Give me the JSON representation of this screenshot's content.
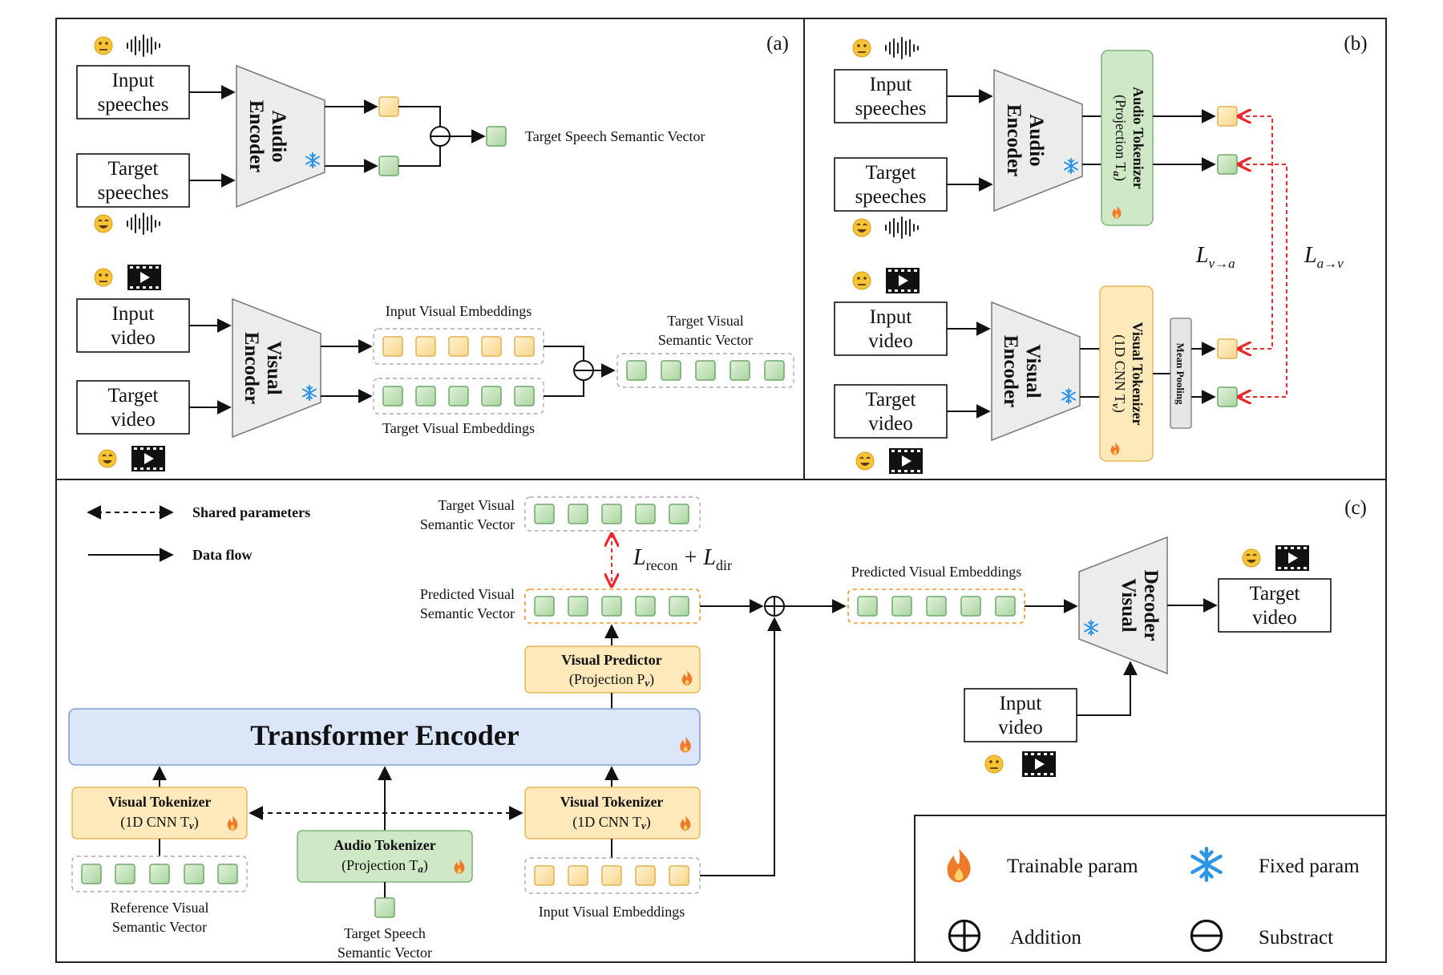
{
  "panels": {
    "a": "(a)",
    "b": "(b)",
    "c": "(c)"
  },
  "boxes": {
    "input_speeches": [
      "Input",
      "speeches"
    ],
    "target_speeches": [
      "Target",
      "speeches"
    ],
    "input_video": [
      "Input",
      "video"
    ],
    "target_video": [
      "Target",
      "video"
    ]
  },
  "encoders": {
    "audio": [
      "Audio",
      "Encoder"
    ],
    "visual": [
      "Visual",
      "Encoder"
    ],
    "visual_decoder": [
      "Visual",
      "Decoder"
    ]
  },
  "a": {
    "target_speech_semantic_vector": "Target Speech Semantic Vector",
    "input_visual_embeddings": "Input Visual Embeddings",
    "target_visual_embeddings": "Target Visual Embeddings",
    "target_visual_semantic_vector": [
      "Target Visual",
      "Semantic Vector"
    ]
  },
  "b": {
    "audio_tokenizer": "Audio Tokenizer",
    "audio_projection": "(Projection T",
    "visual_tokenizer": "Visual Tokenizer",
    "visual_cnn": "(1D CNN T",
    "mean_pooling": "Mean Pooling",
    "loss_v_a": {
      "L": "L",
      "sub": "v→a"
    },
    "loss_a_v": {
      "L": "L",
      "sub": "a→v"
    }
  },
  "c": {
    "shared_parameters": "Shared parameters",
    "data_flow": "Data flow",
    "target_visual_semantic_vector": [
      "Target Visual",
      "Semantic Vector"
    ],
    "predicted_visual_semantic_vector": [
      "Predicted Visual",
      "Semantic Vector"
    ],
    "loss": {
      "L1": "L",
      "sub1": "recon",
      "plus": "+",
      "L2": "L",
      "sub2": "dir"
    },
    "visual_predictor": "Visual Predictor",
    "predictor_projection": "(Projection P",
    "transformer_encoder": "Transformer Encoder",
    "visual_tokenizer": "Visual Tokenizer",
    "visual_tokenizer_cnn": "(1D CNN T",
    "audio_tokenizer": "Audio Tokenizer",
    "audio_projection": "(Projection T",
    "reference_visual_semantic_vector": [
      "Reference Visual",
      "Semantic Vector"
    ],
    "target_speech_semantic_vector": [
      "Target Speech",
      "Semantic Vector"
    ],
    "input_visual_embeddings": "Input Visual Embeddings",
    "predicted_visual_embeddings": "Predicted Visual Embeddings",
    "target_video": [
      "Target",
      "video"
    ],
    "input_video": [
      "Input",
      "video"
    ]
  },
  "subscripts": {
    "a": "a",
    "v": "v",
    "close": ")"
  },
  "legend": {
    "trainable": "Trainable param",
    "fixed": "Fixed param",
    "addition": "Addition",
    "substract": "Substract"
  },
  "icons": [
    "neutral-face-icon",
    "smiling-face-icon",
    "waveform-icon",
    "video-clip-icon",
    "snowflake-icon",
    "flame-icon",
    "plus-circle-icon",
    "minus-circle-icon"
  ],
  "colors": {
    "orange_fill": "#fde9b9",
    "orange_stroke": "#e6b95c",
    "green_fill": "#cfe8c6",
    "green_stroke": "#7fb27a",
    "blue_fill": "#dbe7f8",
    "blue_stroke": "#7f9fd4",
    "encoder_fill": "#ececec",
    "loss_arrow": "#e8282b",
    "flame": "#f07a2a",
    "snowflake": "#2d95e6"
  }
}
